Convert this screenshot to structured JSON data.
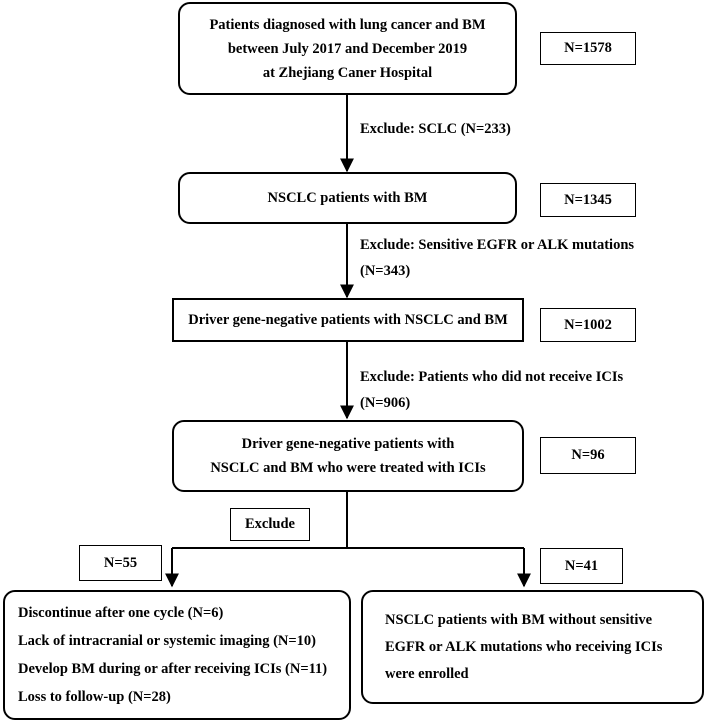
{
  "box1": {
    "lines": [
      "Patients diagnosed with lung cancer and BM",
      "between July 2017 and December 2019",
      "at Zhejiang Caner Hospital"
    ],
    "count": "N=1578"
  },
  "exclude1": "Exclude: SCLC (N=233)",
  "box2": {
    "text": "NSCLC patients with BM",
    "count": "N=1345"
  },
  "exclude2": {
    "lines": [
      "Exclude: Sensitive EGFR or ALK mutations",
      "(N=343)"
    ]
  },
  "box3": {
    "text": "Driver gene-negative patients with NSCLC and BM",
    "count": "N=1002"
  },
  "exclude3": {
    "lines": [
      "Exclude: Patients who did not receive ICIs",
      "(N=906)"
    ]
  },
  "box4": {
    "lines": [
      "Driver gene-negative patients with",
      "NSCLC and BM who were treated with ICIs"
    ],
    "count": "N=96"
  },
  "exclude_label": "Exclude",
  "left": {
    "count": "N=55",
    "items": [
      "Discontinue after one cycle (N=6)",
      "Lack of intracranial or systemic imaging (N=10)",
      "Develop BM during or after receiving ICIs (N=11)",
      "Loss to follow-up (N=28)"
    ]
  },
  "right": {
    "count": "N=41",
    "lines": [
      "NSCLC patients with BM without sensitive",
      "EGFR or ALK mutations who receiving ICIs",
      "were enrolled"
    ]
  }
}
